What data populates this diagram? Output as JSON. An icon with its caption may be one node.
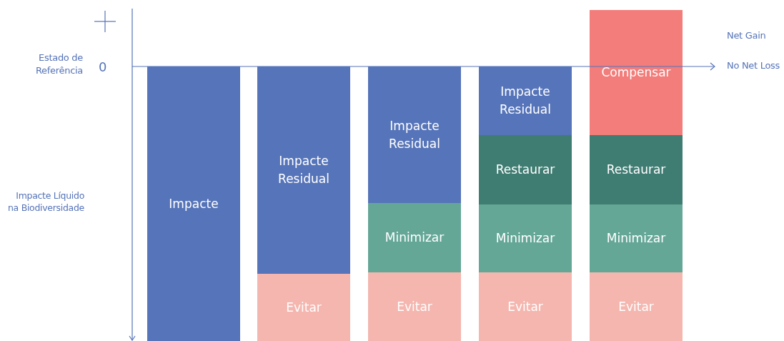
{
  "diagram": {
    "nodes": [
      {
        "text": [
          "Impacte"
        ]
      },
      {
        "text": [
          "Impacte Residual"
        ]
      },
      {
        "text": [
          "Evitar"
        ]
      },
      {
        "text": [
          "Impacte Residual"
        ]
      },
      {
        "text": [
          "Minimizar"
        ]
      },
      {
        "text": [
          "Evitar"
        ]
      },
      {
        "text": [
          "Impacte Residual"
        ]
      },
      {
        "text": [
          "Restaurar"
        ]
      },
      {
        "text": [
          "Minimizar"
        ]
      },
      {
        "text": [
          "Evitar"
        ]
      },
      {
        "text": [
          "Compensar"
        ]
      },
      {
        "text": [
          "Restaurar"
        ]
      },
      {
        "text": [
          "Minimizar"
        ]
      },
      {
        "text": [
          "Evitar"
        ]
      }
    ],
    "labels": [
      "Net Gain",
      "Estado de Referência",
      "0",
      "No Net Loss",
      "Impacte Líquido na Biodiversidade"
    ]
  }
}
